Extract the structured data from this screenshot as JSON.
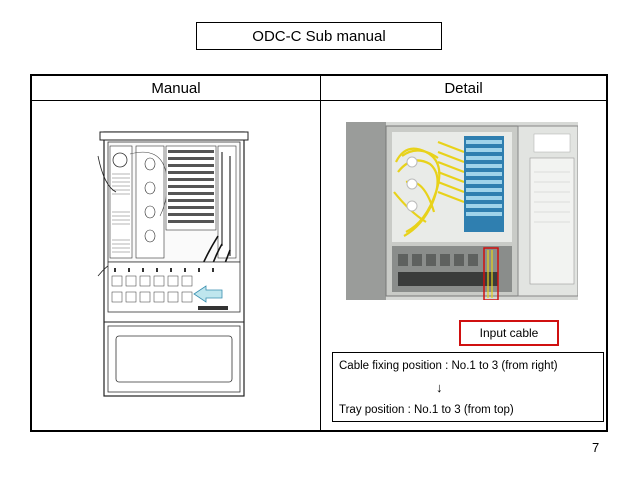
{
  "title": "ODC-C Sub manual",
  "table": {
    "col_manual": "Manual",
    "col_detail": "Detail"
  },
  "detail": {
    "callout_label": "Input cable",
    "callout_color": "#d01010",
    "line1": "Cable fixing position : No.1 to 3 (from right)",
    "arrow": "↓",
    "line3": "Tray position : No.1 to 3 (from top)"
  },
  "page_number": "7"
}
